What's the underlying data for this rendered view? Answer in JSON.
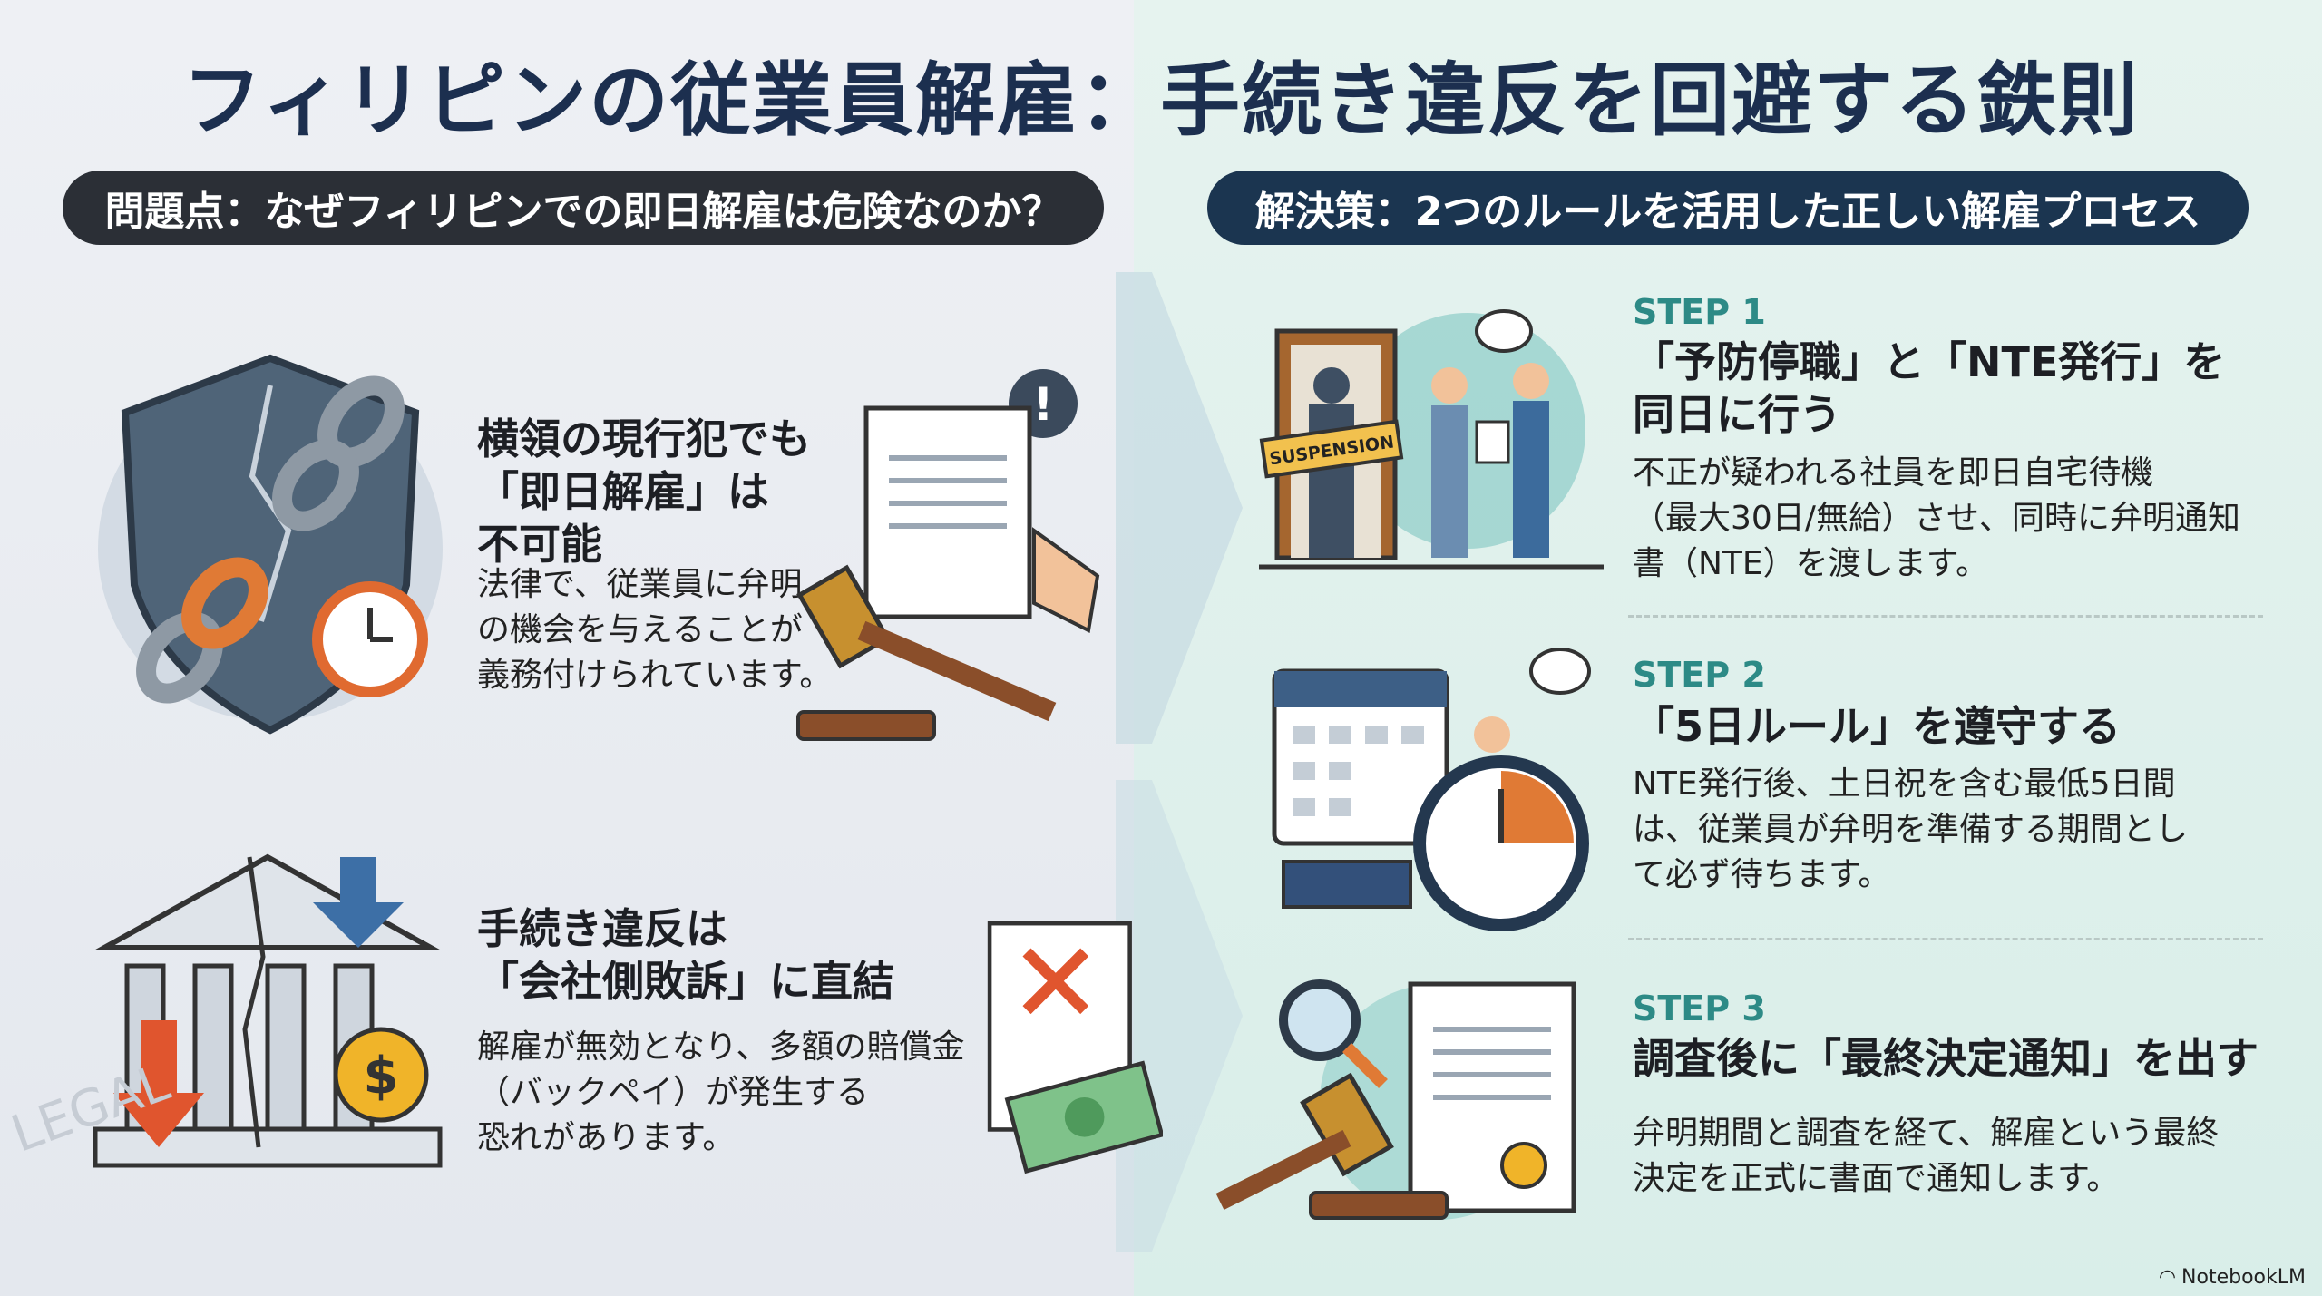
{
  "title": "フィリピンの従業員解雇：手続き違反を回避する鉄則",
  "left": {
    "header": "問題点：なぜフィリピンでの即日解雇は危険なのか？",
    "items": [
      {
        "heading": [
          "横領の現行犯でも",
          "「即日解雇」は",
          "不可能"
        ],
        "body": [
          "法律で、従業員に弁明",
          "の機会を与えることが",
          "義務付けられています。"
        ]
      },
      {
        "heading": [
          "手続き違反は",
          "「会社側敗訴」に直結"
        ],
        "body": [
          "解雇が無効となり、多額の賠償金",
          "（バックペイ）が発生する",
          "恐れがあります。"
        ]
      }
    ]
  },
  "right": {
    "header": "解決策：2つのルールを活用した正しい解雇プロセス",
    "steps": [
      {
        "label": "STEP 1",
        "heading": [
          "「予防停職」と「NTE発行」を",
          "同日に行う"
        ],
        "body": [
          "不正が疑われる社員を即日自宅待機",
          "（最大30日/無給）させ、同時に弁明通知",
          "書（NTE）を渡します。"
        ],
        "sign": "SUSPENSION"
      },
      {
        "label": "STEP 2",
        "heading": [
          "「5日ルール」を遵守する"
        ],
        "body": [
          "NTE発行後、土日祝を含む最低5日間",
          "は、従業員が弁明を準備する期間とし",
          "て必ず待ちます。"
        ]
      },
      {
        "label": "STEP 3",
        "heading": [
          "調査後に「最終決定通知」を出す"
        ],
        "body": [
          "弁明期間と調査を経て、解雇という最終",
          "決定を正式に書面で通知します。"
        ]
      }
    ]
  },
  "watermark": "LEGAL",
  "brand": "NotebookLM",
  "colors": {
    "title": "#1c2f4f",
    "step": "#2d8a86",
    "pill_left": "#2b2f36",
    "pill_right": "#1b3550"
  }
}
